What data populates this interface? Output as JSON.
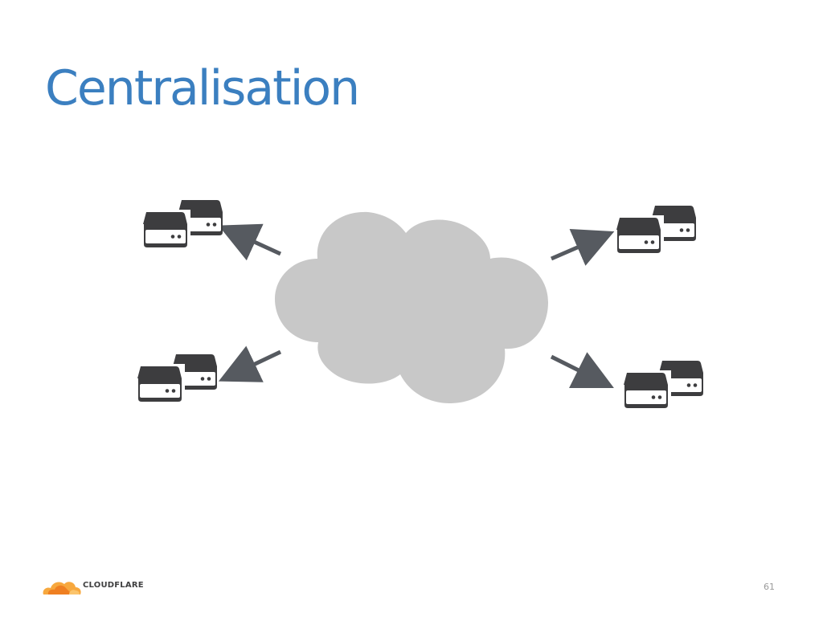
{
  "slide": {
    "title": "Centralisation",
    "page_number": "61"
  },
  "logo": {
    "text": "CLOUDFLARE",
    "icon": "cloudflare-cloud-icon",
    "colors": [
      "#f7a83e",
      "#ef7f21",
      "#fbc46c"
    ]
  },
  "diagram": {
    "center": {
      "icon": "cloud-icon",
      "color": "#c8c8c8"
    },
    "nodes": [
      {
        "id": "top-left",
        "icon": "server-icon"
      },
      {
        "id": "bottom-left",
        "icon": "server-icon"
      },
      {
        "id": "top-right",
        "icon": "server-icon"
      },
      {
        "id": "bottom-right",
        "icon": "server-icon"
      }
    ],
    "arrow_color": "#565a60",
    "server_color": "#3d3d3f"
  }
}
